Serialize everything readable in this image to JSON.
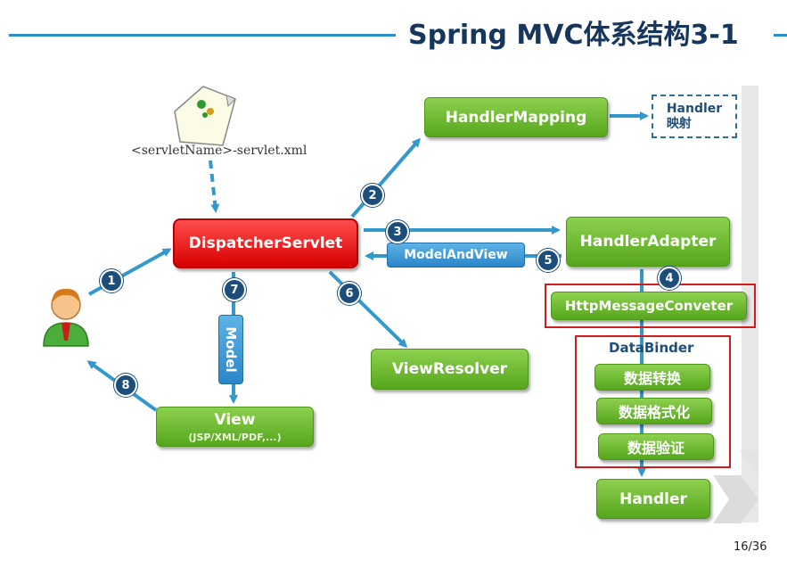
{
  "slide": {
    "title": "Spring MVC体系结构3-1",
    "page_number": "16/36"
  },
  "nodes": {
    "dispatcher": "DispatcherServlet",
    "handler_mapping": "HandlerMapping",
    "handler_mapping_result": "Handler\n映射",
    "handler_adapter": "HandlerAdapter",
    "model_and_view": "ModelAndView",
    "http_message_converter": "HttpMessageConveter",
    "data_binder": "DataBinder",
    "data_conversion": "数据转换",
    "data_formatting": "数据格式化",
    "data_validation": "数据验证",
    "handler": "Handler",
    "view_resolver": "ViewResolver",
    "view": "View",
    "view_types": "(JSP/XML/PDF,...)",
    "model": "Model",
    "servlet_xml": "<servletName>-servlet.xml"
  },
  "steps": [
    "1",
    "2",
    "3",
    "4",
    "5",
    "6",
    "7",
    "8"
  ],
  "colors": {
    "title": "#17365d",
    "accent_line": "#2a8fca",
    "arrow": "#3399cc",
    "green_box": "#6cbb2c",
    "red_box": "#e60000",
    "highlight_border": "#d01c1c",
    "badge": "#1d4e7b"
  },
  "icons": {
    "user": "user-icon",
    "config_file": "xml-file-icon"
  }
}
